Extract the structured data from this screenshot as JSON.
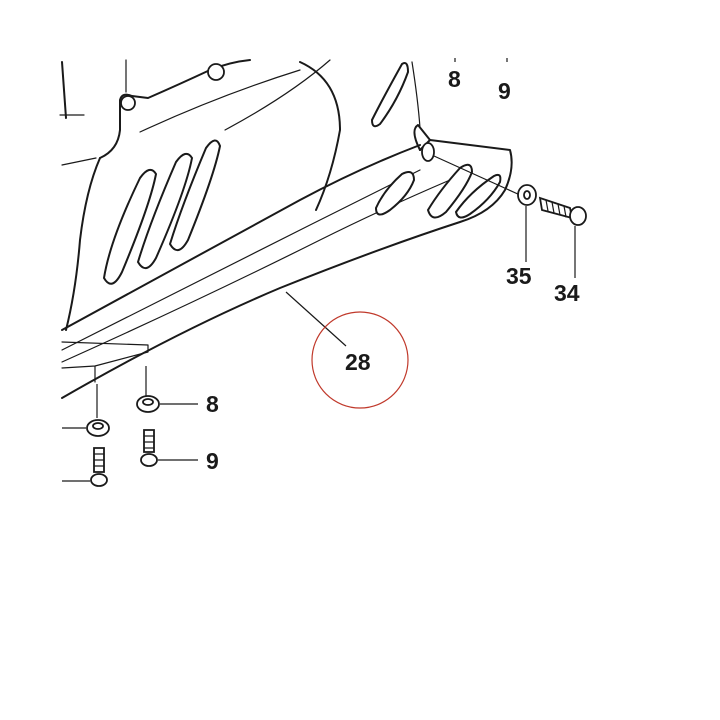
{
  "labels": {
    "top_washer": "8",
    "top_screw": "9",
    "washer_right": "35",
    "bolt_right": "34",
    "highlighted_part": "28",
    "lower_washer": "8",
    "lower_screw": "9"
  },
  "colors": {
    "line": "#1a1a1a",
    "highlight_circle": "#c0392b",
    "background": "#ffffff"
  }
}
